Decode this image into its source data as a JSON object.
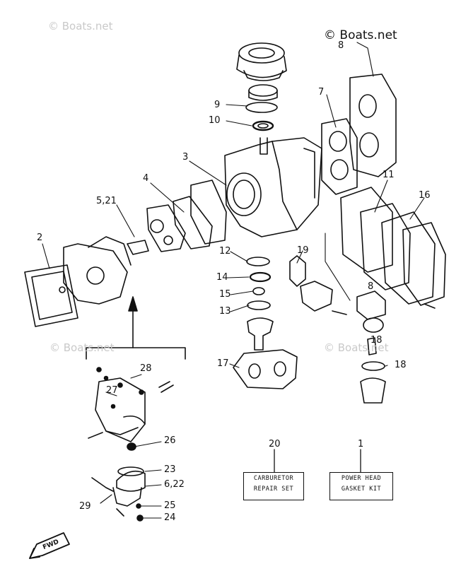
{
  "watermarks": [
    "© Boats.net",
    "© Boats.net",
    "© Boats.net",
    "© Boats.net"
  ],
  "callouts": [
    "1",
    "2",
    "3",
    "4",
    "5,21",
    "6,22",
    "7",
    "8",
    "9",
    "10",
    "11",
    "12",
    "13",
    "14",
    "15",
    "16",
    "17",
    "18",
    "19",
    "20",
    "23",
    "24",
    "25",
    "26",
    "27",
    "28",
    "29",
    "8",
    "18"
  ],
  "kits": {
    "carburetor": {
      "number": "20",
      "line1": "CARBURETOR",
      "line2": "REPAIR SET"
    },
    "powerhead": {
      "number": "1",
      "line1": "POWER HEAD",
      "line2": "GASKET KIT"
    }
  },
  "fwd_label": "FWD",
  "colors": {
    "ink": "#111111",
    "watermark": "#c9c9c9",
    "background": "#ffffff"
  }
}
